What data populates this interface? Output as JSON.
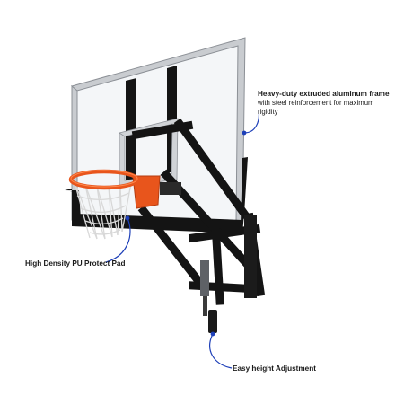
{
  "callouts": {
    "frame": {
      "title": "Heavy-duty extruded aluminum frame",
      "description": "with steel reinforcement for maximum rigidity"
    },
    "pad": {
      "title": "High Density PU Protect Pad"
    },
    "height": {
      "title": "Easy height Adjustment"
    }
  },
  "colors": {
    "frame_silver": "#c9ccd0",
    "steel_black": "#141414",
    "rim_orange": "#e8551c",
    "leader_blue": "#1d3fb8"
  },
  "icons": [
    "basketball-hoop",
    "rim-net",
    "wall-mount-bracket",
    "crank-handle"
  ]
}
